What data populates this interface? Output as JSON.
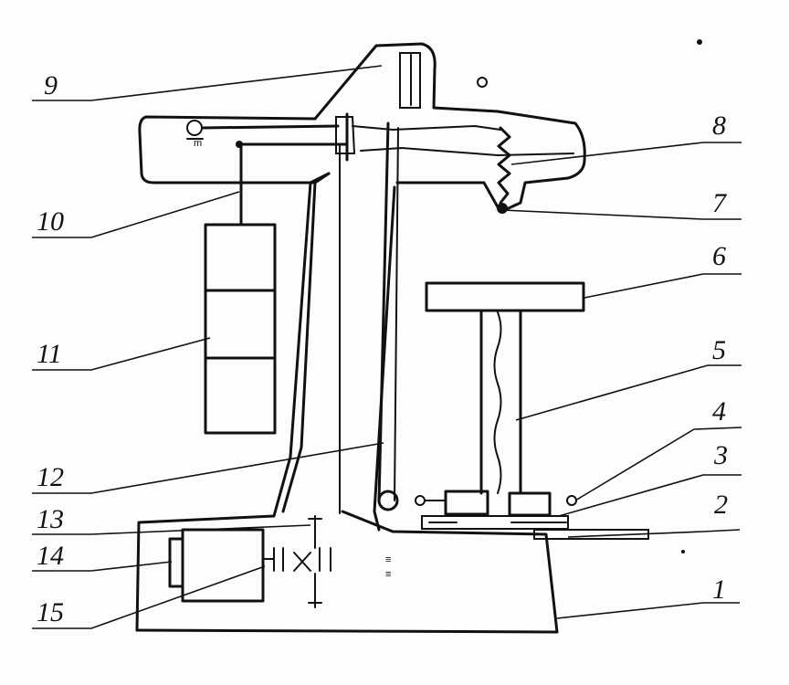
{
  "labels": {
    "l1": "1",
    "l2": "2",
    "l3": "3",
    "l4": "4",
    "l5": "5",
    "l6": "6",
    "l7": "7",
    "l8": "8",
    "l9": "9",
    "l10": "10",
    "l11": "11",
    "l12": "12",
    "l13": "13",
    "l14": "14",
    "l15": "15"
  },
  "marks": {
    "pulley_mark": "m",
    "spring_mark": "≡"
  }
}
